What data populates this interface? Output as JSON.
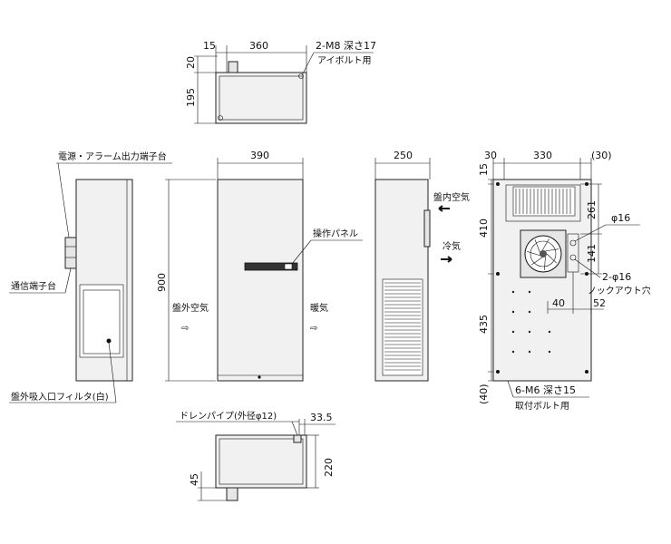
{
  "top_view": {
    "dims": {
      "top_left": "15",
      "top_main": "360",
      "side_top": "20",
      "side_main": "195"
    },
    "note_bolt": "2-M8 深さ17",
    "note_bolt_sub": "アイボルト用"
  },
  "side_view": {
    "label_power_terminal": "電源・アラーム出力端子台",
    "label_comm_terminal": "通信端子台",
    "label_filter": "盤外吸入口フィルタ(白)"
  },
  "front_view": {
    "dim_width": "390",
    "dim_height": "900",
    "label_panel": "操作パネル",
    "label_outside_air": "盤外空気",
    "label_warm_air": "暖気",
    "arrow_symbol": "⇨"
  },
  "right_side_view": {
    "dim_width": "250",
    "label_inside_air": "盤内空気",
    "label_cool_air": "冷気"
  },
  "back_view": {
    "dims": {
      "top_left": "30",
      "top_main": "330",
      "top_right": "(30)",
      "left_top": "15",
      "left_410": "410",
      "left_435": "435",
      "left_bottom": "(40)",
      "right_261": "261",
      "right_141": "141",
      "d40": "40",
      "d52": "52"
    },
    "label_phi16": "φ16",
    "label_knockout": "2-φ16",
    "label_knockout_sub": "ノックアウト穴",
    "label_bolt": "6-M6 深さ15",
    "label_bolt_sub": "取付ボルト用"
  },
  "bottom_view": {
    "label_drain": "ドレンパイプ(外径φ12)",
    "dim_offset": "33.5",
    "dim_height": "220",
    "dim_pipe": "45"
  }
}
